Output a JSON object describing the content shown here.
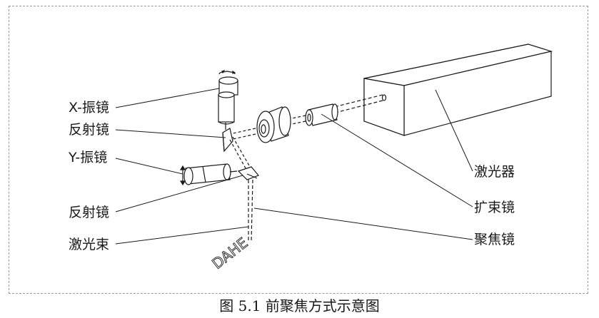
{
  "labels": {
    "x_mirror": "X-振镜",
    "reflector_top": "反射镜",
    "y_mirror": "Y-振镜",
    "reflector_bottom": "反射镜",
    "laser_beam": "激光束",
    "laser": "激光器",
    "beam_expander": "扩束镜",
    "focusing_lens": "聚焦镜"
  },
  "watermark": "DAHE",
  "caption": "图 5.1 前聚焦方式示意图"
}
